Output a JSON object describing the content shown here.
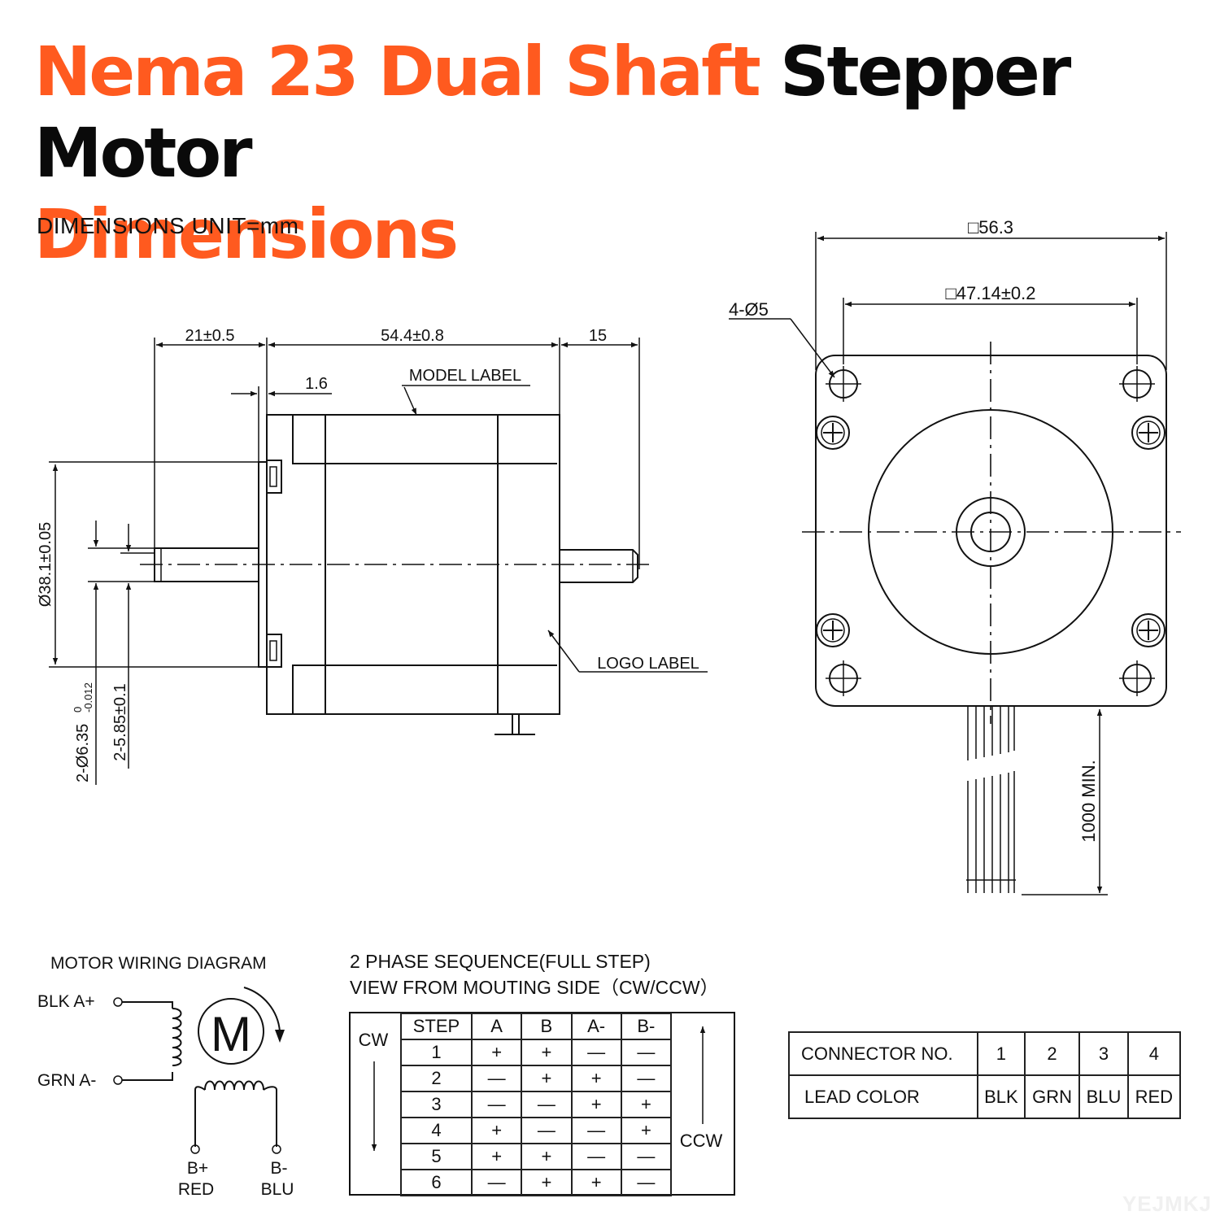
{
  "title": {
    "line1_orange": "Nema 23 Dual Shaft",
    "line1_black": "Stepper Motor",
    "line2_orange": "Dimensions",
    "accent_color": "#ff5a1f"
  },
  "units_note": "DIMENSIONS UNIT=mm",
  "side_view": {
    "dim_shaft_front": "21±0.5",
    "dim_body": "54.4±0.8",
    "dim_shaft_rear": "15",
    "dim_flange": "1.6",
    "model_label": "MODEL LABEL",
    "logo_label": "LOGO LABEL",
    "dim_boss": "Ø38.1±0.05",
    "dim_shaft_dia": "2-Ø6.35",
    "dim_shaft_dia_tol_upper": "0",
    "dim_shaft_dia_tol_lower": "-0.012",
    "dim_flat": "2-5.85±0.1"
  },
  "front_view": {
    "dim_square": "□56.3",
    "dim_hole_spacing": "□47.14±0.2",
    "dim_holes": "4-Ø5",
    "dim_lead": "1000 MIN."
  },
  "wiring": {
    "title": "MOTOR WIRING  DIAGRAM",
    "motor_symbol": "M",
    "a_plus": "BLK  A+",
    "a_minus": "GRN  A-",
    "b_plus": "B+",
    "b_plus_color": "RED",
    "b_minus": "B-",
    "b_minus_color": "BLU"
  },
  "sequence": {
    "title_line1": "2 PHASE SEQUENCE(FULL STEP)",
    "title_line2": "VIEW FROM MOUTING SIDE（CW/CCW）",
    "cw": "CW",
    "ccw": "CCW",
    "headers": [
      "STEP",
      "A",
      "B",
      "A-",
      "B-"
    ],
    "rows": [
      [
        "1",
        "+",
        "+",
        "—",
        "—"
      ],
      [
        "2",
        "—",
        "+",
        "+",
        "—"
      ],
      [
        "3",
        "—",
        "—",
        "+",
        "+"
      ],
      [
        "4",
        "+",
        "—",
        "—",
        "+"
      ],
      [
        "5",
        "+",
        "+",
        "—",
        "—"
      ],
      [
        "6",
        "—",
        "+",
        "+",
        "—"
      ]
    ]
  },
  "connector": {
    "row1_label": "CONNECTOR NO.",
    "numbers": [
      "1",
      "2",
      "3",
      "4"
    ],
    "row2_label": "LEAD COLOR",
    "colors": [
      "BLK",
      "GRN",
      "BLU",
      "RED"
    ]
  },
  "watermark": "YEJMKJ"
}
